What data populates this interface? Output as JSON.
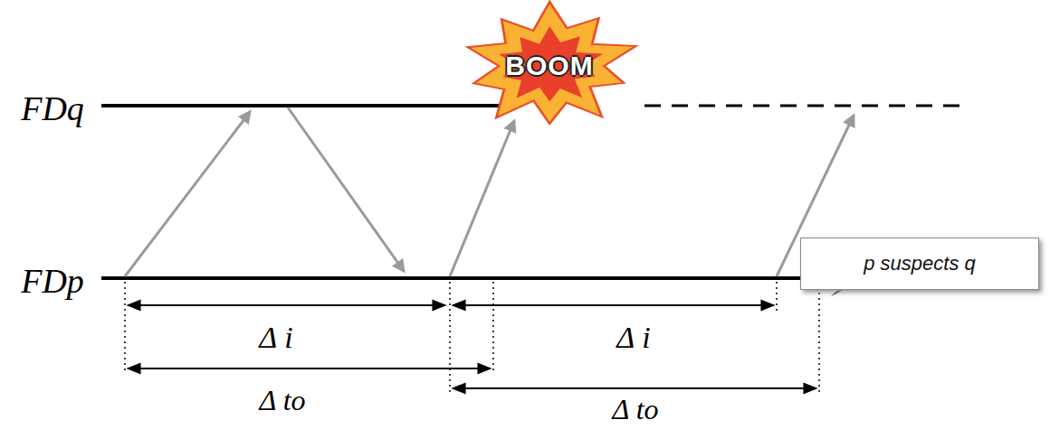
{
  "diagram": {
    "nodes": [
      {
        "text": [
          "BOOM"
        ]
      },
      {
        "text": [
          "p suspects q"
        ]
      }
    ],
    "labels": [
      "FDq",
      "FDp",
      "Δ i",
      "Δ i",
      "Δ to",
      "Δ to"
    ]
  }
}
